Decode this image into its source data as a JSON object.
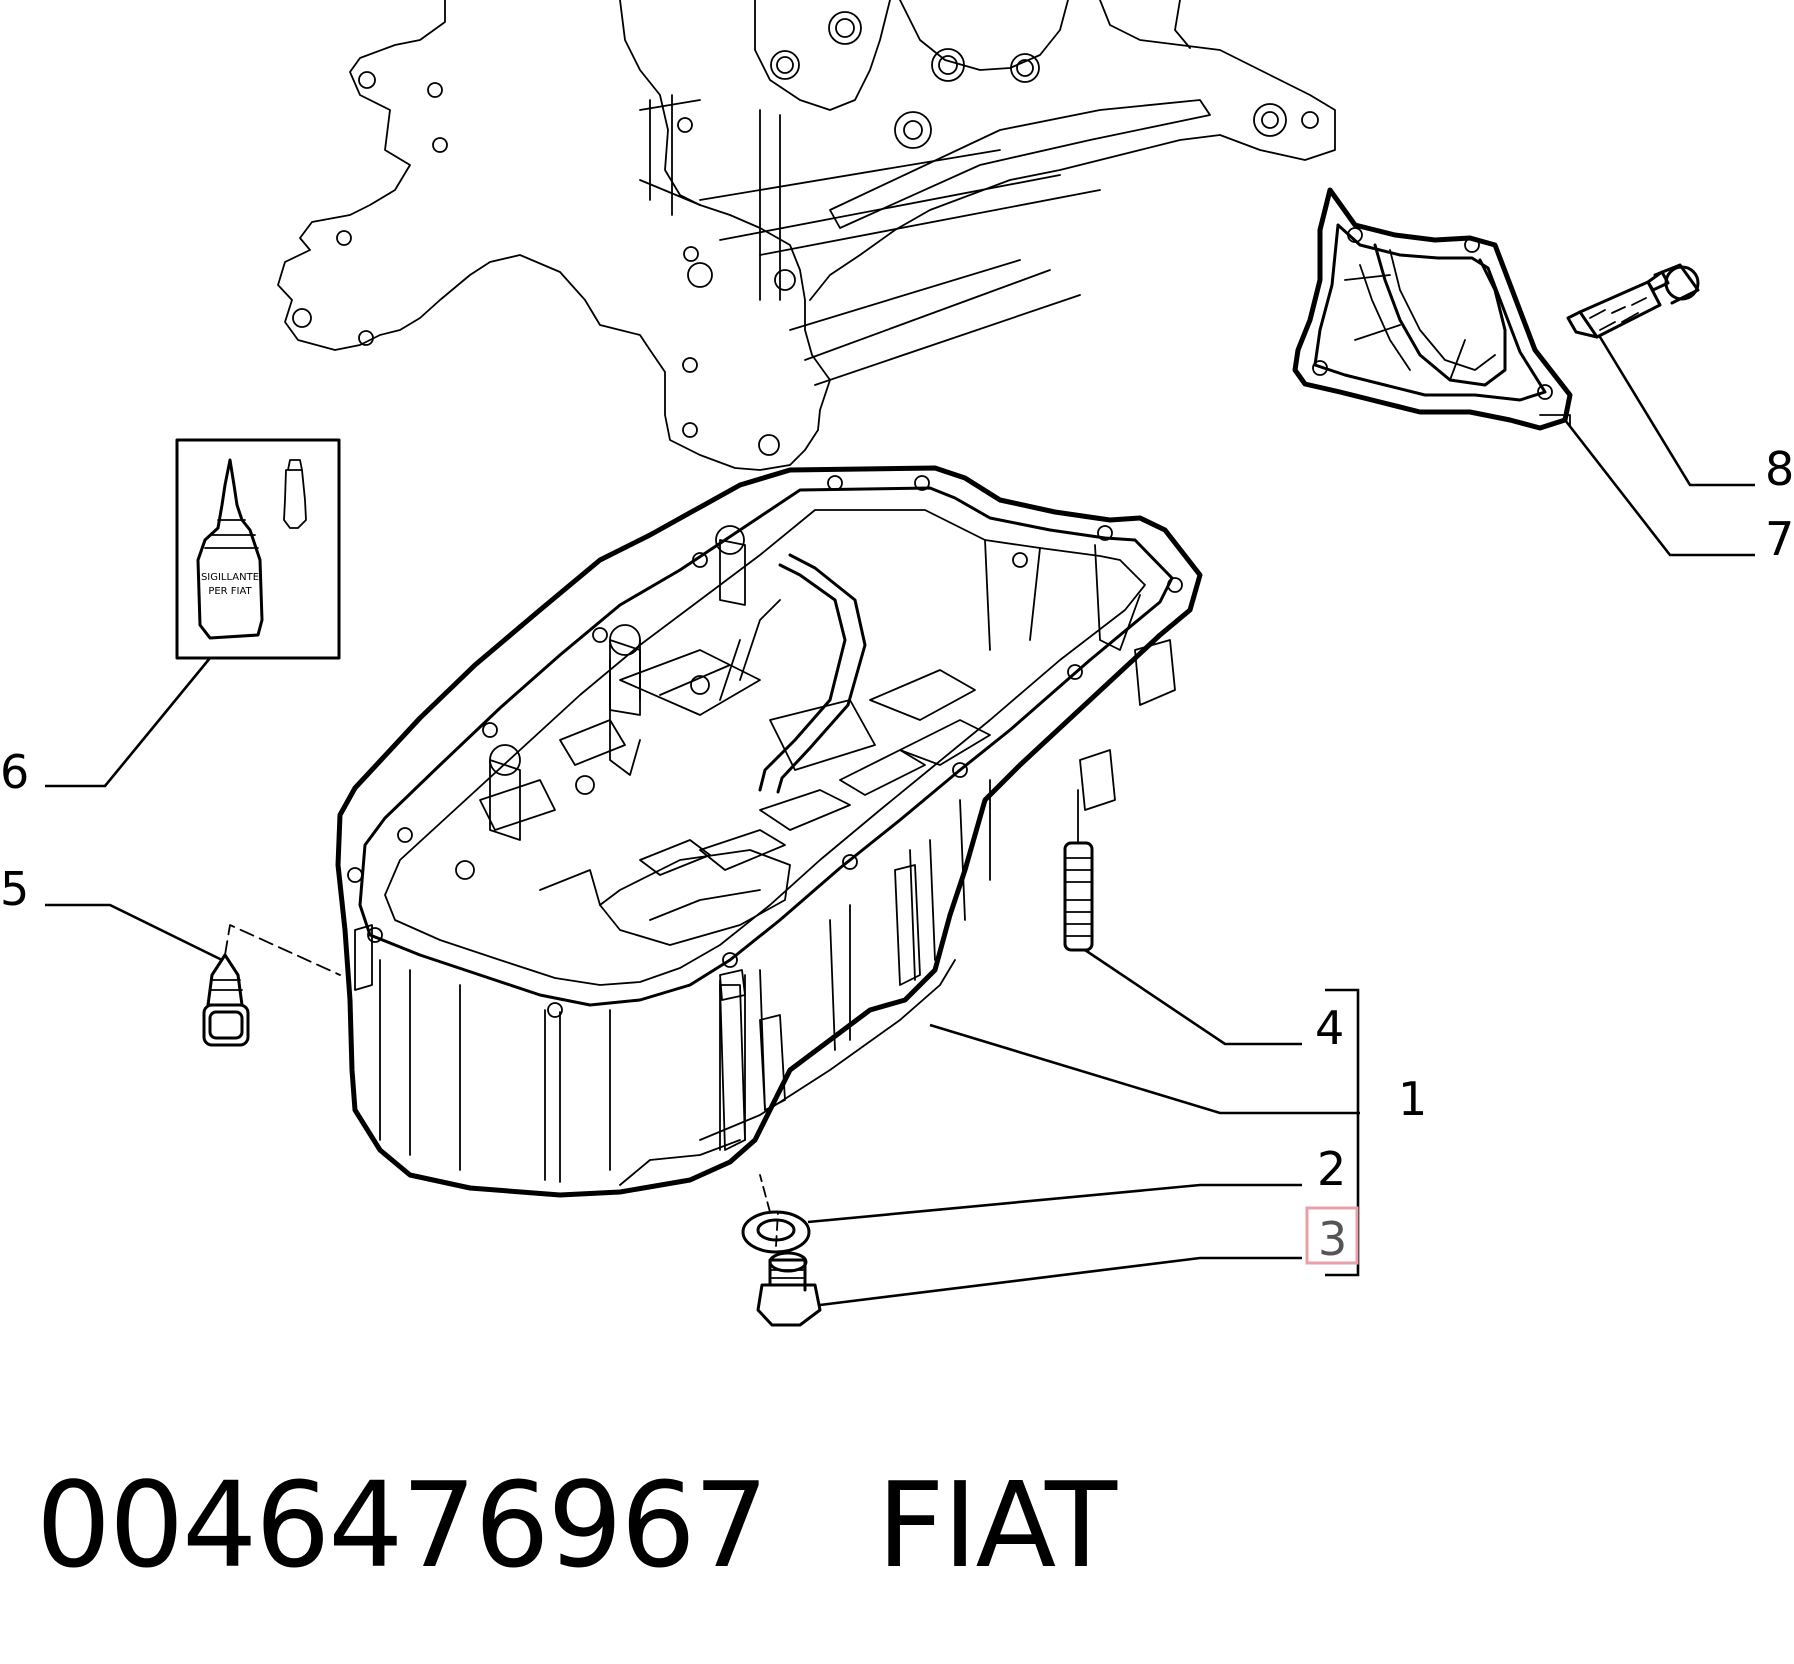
{
  "callouts": {
    "c1": "1",
    "c2": "2",
    "c3": "3",
    "c4": "4",
    "c5": "5",
    "c6": "6",
    "c7": "7",
    "c8": "8"
  },
  "sealant_label": {
    "line1": "SIGILLANTE",
    "line2": "PER FIAT"
  },
  "highlight": {
    "callout": "3",
    "color": "#e8a0a8"
  },
  "footer": {
    "part_number": "0046476967",
    "brand": "FIAT"
  }
}
